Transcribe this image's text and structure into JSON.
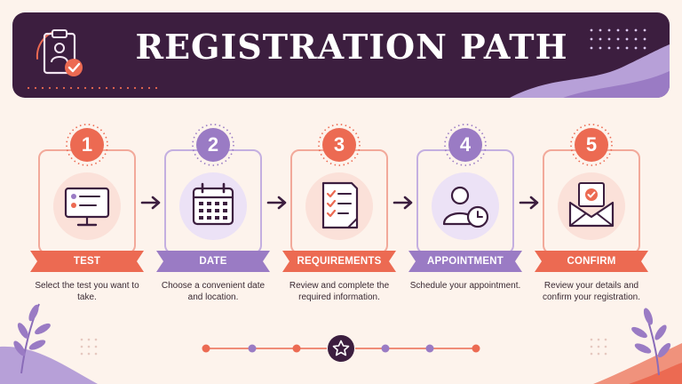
{
  "header": {
    "title": "REGISTRATION PATH",
    "icon": "clipboard-check-icon"
  },
  "colors": {
    "banner": "#3c1e3f",
    "coral": "#ec6a52",
    "purple": "#9a7bc4",
    "background": "#fdf3ec",
    "text": "#3a2a33"
  },
  "steps": [
    {
      "number": "1",
      "label": "TEST",
      "description": "Select the test you want to take.",
      "icon": "computer-form-icon",
      "color": "coral"
    },
    {
      "number": "2",
      "label": "DATE",
      "description": "Choose a convenient date and location.",
      "icon": "calendar-icon",
      "color": "purple"
    },
    {
      "number": "3",
      "label": "REQUIREMENTS",
      "description": "Review and complete the required information.",
      "icon": "checklist-icon",
      "color": "coral"
    },
    {
      "number": "4",
      "label": "APPOINTMENT",
      "description": "Schedule your appointment.",
      "icon": "user-clock-icon",
      "color": "purple"
    },
    {
      "number": "5",
      "label": "CONFIRM",
      "description": "Review your details and confirm your registration.",
      "icon": "envelope-check-icon",
      "color": "coral"
    }
  ],
  "progress": {
    "icon": "star-icon",
    "steps_before_star": 3,
    "steps_after_star": 3
  }
}
